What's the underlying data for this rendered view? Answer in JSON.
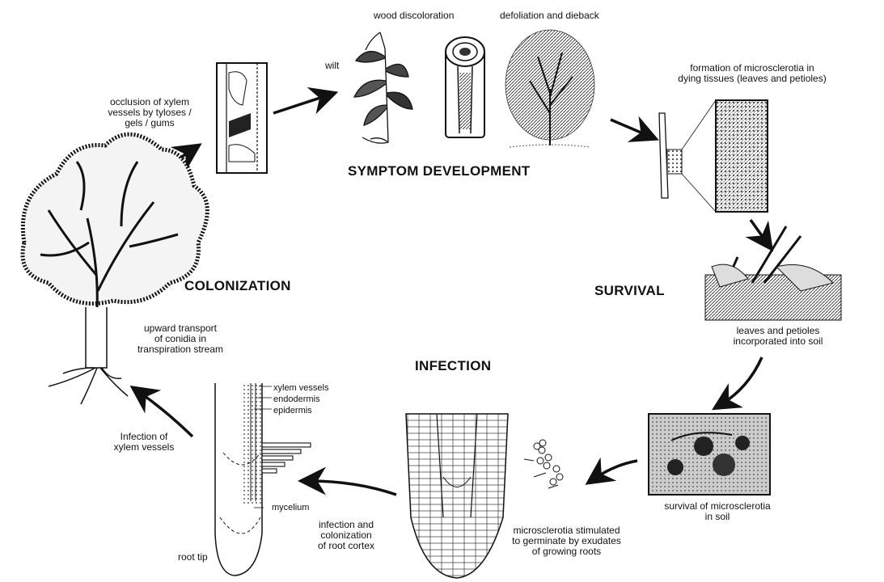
{
  "stages": {
    "symptom": "SYMPTOM DEVELOPMENT",
    "survival": "SURVIVAL",
    "infection": "INFECTION",
    "colonization": "COLONIZATION"
  },
  "labels": {
    "wood_discoloration": "wood discoloration",
    "defoliation": "defoliation and dieback",
    "wilt": "wilt",
    "occlusion": "occlusion of xylem\nvessels by tyloses /\ngels / gums",
    "microsclerotia_formation": "formation of microsclerotia in\ndying tissues (leaves and petioles)",
    "leaves_incorporated": "leaves and petioles\nincorporated into soil",
    "survival_microsclerotia": "survival of microsclerotia\nin soil",
    "germinate": "microsclerotia stimulated\nto germinate by exudates\nof growing roots",
    "infection_cortex": "infection and\ncolonization\nof root cortex",
    "root_tip": "root tip",
    "mycelium": "mycelium",
    "xylem_vessels": "xylem vessels",
    "endodermis": "endodermis",
    "epidermis": "epidermis",
    "infection_xylem": "Infection of\nxylem vessels",
    "upward_transport": "upward transport\nof conidia in\ntranspiration stream"
  }
}
